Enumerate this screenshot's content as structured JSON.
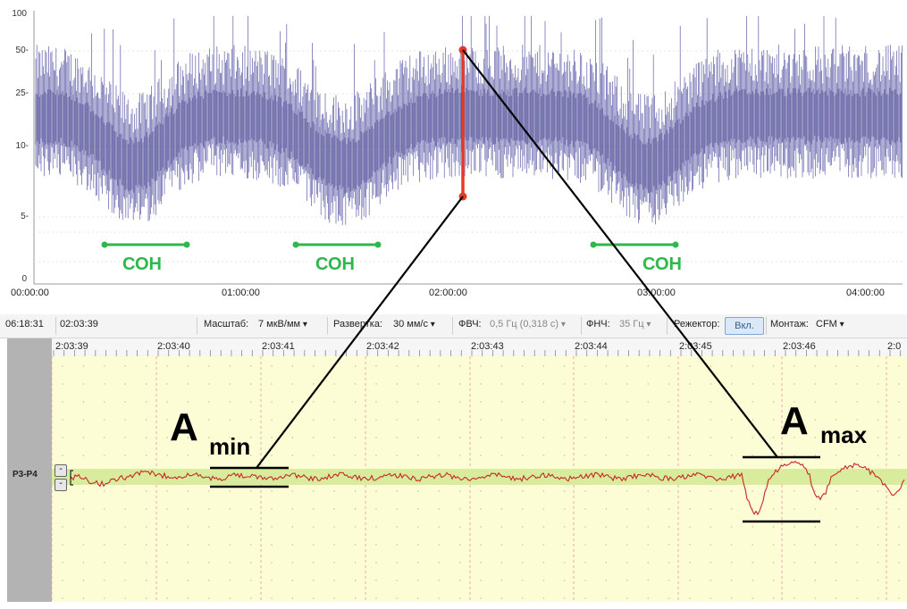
{
  "trend": {
    "y_ticks": [
      "100",
      "50-",
      "25-",
      "10-",
      "5-",
      "0"
    ],
    "x_ticks": [
      "00:00:00",
      "01:00:00",
      "02:00:00",
      "03:00:00",
      "04:00:00"
    ],
    "sleep_labels": [
      "СОН",
      "СОН",
      "СОН"
    ],
    "trace_color": "#2b2a8c",
    "marker_color": "#e53a2a",
    "sleep_color": "#2eb84a"
  },
  "toolbar": {
    "clock": "06:18:31",
    "cursor_time": "02:03:39",
    "scale_label": "Масштаб:",
    "scale_value": "7 мкВ/мм",
    "sweep_label": "Развертка:",
    "sweep_value": "30 мм/с",
    "hpf_label": "ФВЧ:",
    "hpf_value": "0,5 Гц (0,318 с)",
    "lpf_label": "ФНЧ:",
    "lpf_value": "35 Гц",
    "notch_label": "Режектор:",
    "notch_button": "Вкл.",
    "montage_label": "Монтаж:",
    "montage_value": "CFM"
  },
  "eeg": {
    "time_labels": [
      "2:03:39",
      "2:03:40",
      "2:03:41",
      "2:03:42",
      "2:03:43",
      "2:03:44",
      "2:03:45",
      "2:03:46",
      "2:0"
    ],
    "channel": "P3-P4",
    "btn_plus": "-",
    "btn_minus": "-",
    "trace_color": "#c62828",
    "band_color": "#d9eb9d",
    "background": "#fcfcd5"
  },
  "annotations": {
    "a_min_main": "A",
    "a_min_sub": "min",
    "a_max_main": "A",
    "a_max_sub": "max"
  }
}
